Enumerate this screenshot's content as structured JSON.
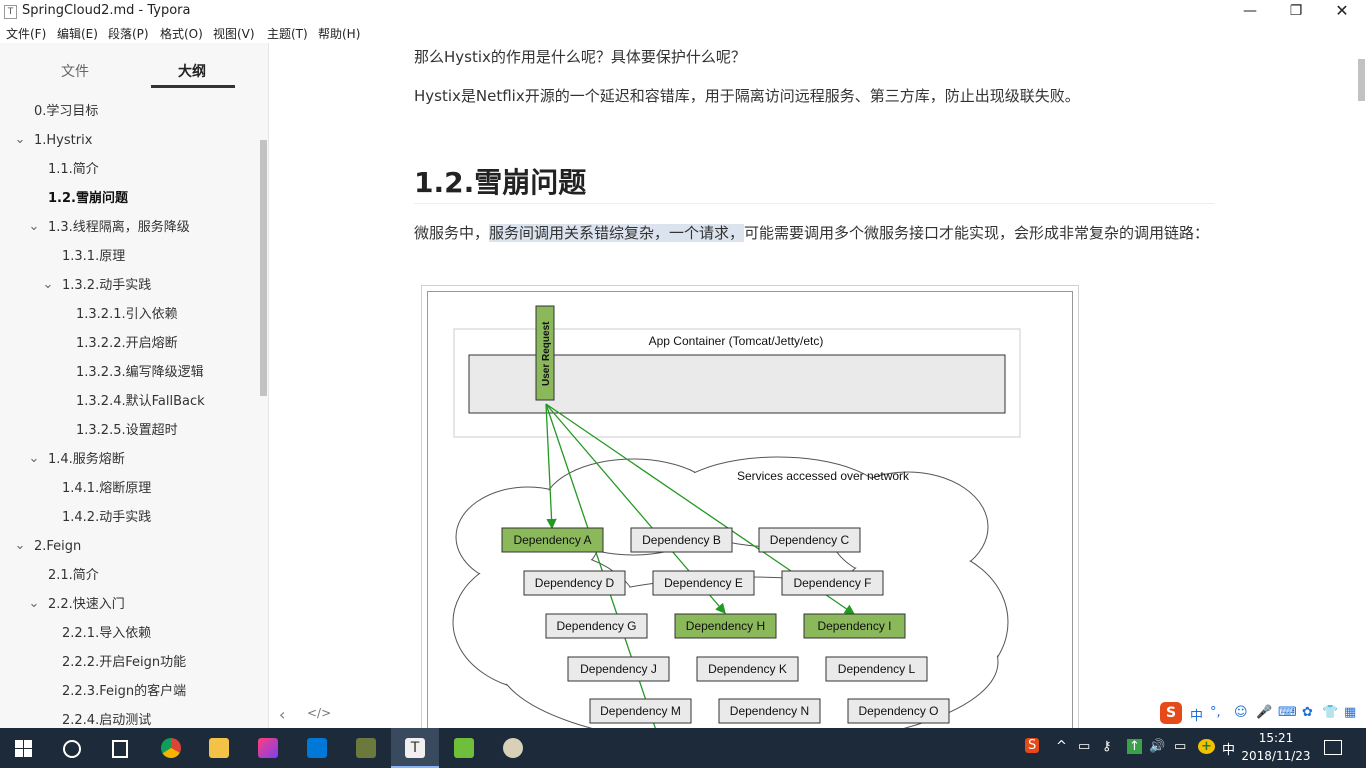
{
  "window": {
    "title": "SpringCloud2.md - Typora",
    "app_icon": "T",
    "minimize_glyph": "—",
    "maximize_glyph": "❐",
    "close_glyph": "✕"
  },
  "menu": [
    "文件(F)",
    "编辑(E)",
    "段落(P)",
    "格式(O)",
    "视图(V)",
    "主题(T)",
    "帮助(H)"
  ],
  "sidebar": {
    "tabs": {
      "files": "文件",
      "outline": "大纲"
    },
    "outline": [
      {
        "label": "0.学习目标",
        "level": 1,
        "arrow": false,
        "active": false
      },
      {
        "label": "1.Hystrix",
        "level": 1,
        "arrow": true,
        "active": false
      },
      {
        "label": "1.1.简介",
        "level": 2,
        "arrow": false,
        "active": false
      },
      {
        "label": "1.2.雪崩问题",
        "level": 2,
        "arrow": false,
        "active": true
      },
      {
        "label": "1.3.线程隔离，服务降级",
        "level": 2,
        "arrow": true,
        "active": false
      },
      {
        "label": "1.3.1.原理",
        "level": 3,
        "arrow": false,
        "active": false
      },
      {
        "label": "1.3.2.动手实践",
        "level": 3,
        "arrow": true,
        "active": false
      },
      {
        "label": "1.3.2.1.引入依赖",
        "level": 4,
        "arrow": false,
        "active": false
      },
      {
        "label": "1.3.2.2.开启熔断",
        "level": 4,
        "arrow": false,
        "active": false
      },
      {
        "label": "1.3.2.3.编写降级逻辑",
        "level": 4,
        "arrow": false,
        "active": false
      },
      {
        "label": "1.3.2.4.默认FallBack",
        "level": 4,
        "arrow": false,
        "active": false
      },
      {
        "label": "1.3.2.5.设置超时",
        "level": 4,
        "arrow": false,
        "active": false
      },
      {
        "label": "1.4.服务熔断",
        "level": 2,
        "arrow": true,
        "active": false
      },
      {
        "label": "1.4.1.熔断原理",
        "level": 3,
        "arrow": false,
        "active": false
      },
      {
        "label": "1.4.2.动手实践",
        "level": 3,
        "arrow": false,
        "active": false
      },
      {
        "label": "2.Feign",
        "level": 1,
        "arrow": true,
        "active": false
      },
      {
        "label": "2.1.简介",
        "level": 2,
        "arrow": false,
        "active": false
      },
      {
        "label": "2.2.快速入门",
        "level": 2,
        "arrow": true,
        "active": false
      },
      {
        "label": "2.2.1.导入依赖",
        "level": 3,
        "arrow": false,
        "active": false
      },
      {
        "label": "2.2.2.开启Feign功能",
        "level": 3,
        "arrow": false,
        "active": false
      },
      {
        "label": "2.2.3.Feign的客户端",
        "level": 3,
        "arrow": false,
        "active": false
      },
      {
        "label": "2.2.4.启动测试",
        "level": 3,
        "arrow": false,
        "active": false
      }
    ],
    "footer": {
      "back": "‹",
      "source": "</>"
    }
  },
  "content": {
    "para1": "那么Hystix的作用是什么呢？具体要保护什么呢？",
    "para2": "Hystix是Netflix开源的一个延迟和容错库，用于隔离访问远程服务、第三方库，防止出现级联失败。",
    "heading": "1.2.雪崩问题",
    "para3_pre": "微服务中，",
    "para3_hl": "服务间调用关系错综复杂，一个请求，",
    "para3_post": "可能需要调用多个微服务接口才能实现，会形成非常复杂的调用链路："
  },
  "diagram": {
    "container_label": "App Container (Tomcat/Jetty/etc)",
    "user_request": "User Request",
    "network_label": "Services accessed over network",
    "dependencies": [
      {
        "label": "Dependency A",
        "highlight": true
      },
      {
        "label": "Dependency B",
        "highlight": false
      },
      {
        "label": "Dependency C",
        "highlight": false
      },
      {
        "label": "Dependency D",
        "highlight": false
      },
      {
        "label": "Dependency E",
        "highlight": false
      },
      {
        "label": "Dependency F",
        "highlight": false
      },
      {
        "label": "Dependency G",
        "highlight": false
      },
      {
        "label": "Dependency H",
        "highlight": true
      },
      {
        "label": "Dependency I",
        "highlight": true
      },
      {
        "label": "Dependency J",
        "highlight": false
      },
      {
        "label": "Dependency K",
        "highlight": false
      },
      {
        "label": "Dependency L",
        "highlight": false
      },
      {
        "label": "Dependency M",
        "highlight": false
      },
      {
        "label": "Dependency N",
        "highlight": false
      },
      {
        "label": "Dependency O",
        "highlight": false
      }
    ],
    "colors": {
      "green": "#8ab85a",
      "arrow": "#229922",
      "grey": "#eaeaea"
    }
  },
  "ime": {
    "logo": "S",
    "icons": [
      "中",
      "°,",
      "☺",
      "🎤",
      "⌨",
      "✿",
      "👕",
      "▦"
    ]
  },
  "taskbar": {
    "apps": [
      "start-icon",
      "cortana-icon",
      "task-view-icon",
      "chrome-icon",
      "explorer-icon",
      "intellij-icon",
      "app-store-icon",
      "tools-icon",
      "typora-icon",
      "excel-icon",
      "paint-icon"
    ],
    "tray": [
      "S",
      "^",
      "▭",
      "⚷",
      "↑",
      "🔊",
      "▭",
      "+",
      "中"
    ],
    "time": "15:21",
    "date": "2018/11/23"
  }
}
